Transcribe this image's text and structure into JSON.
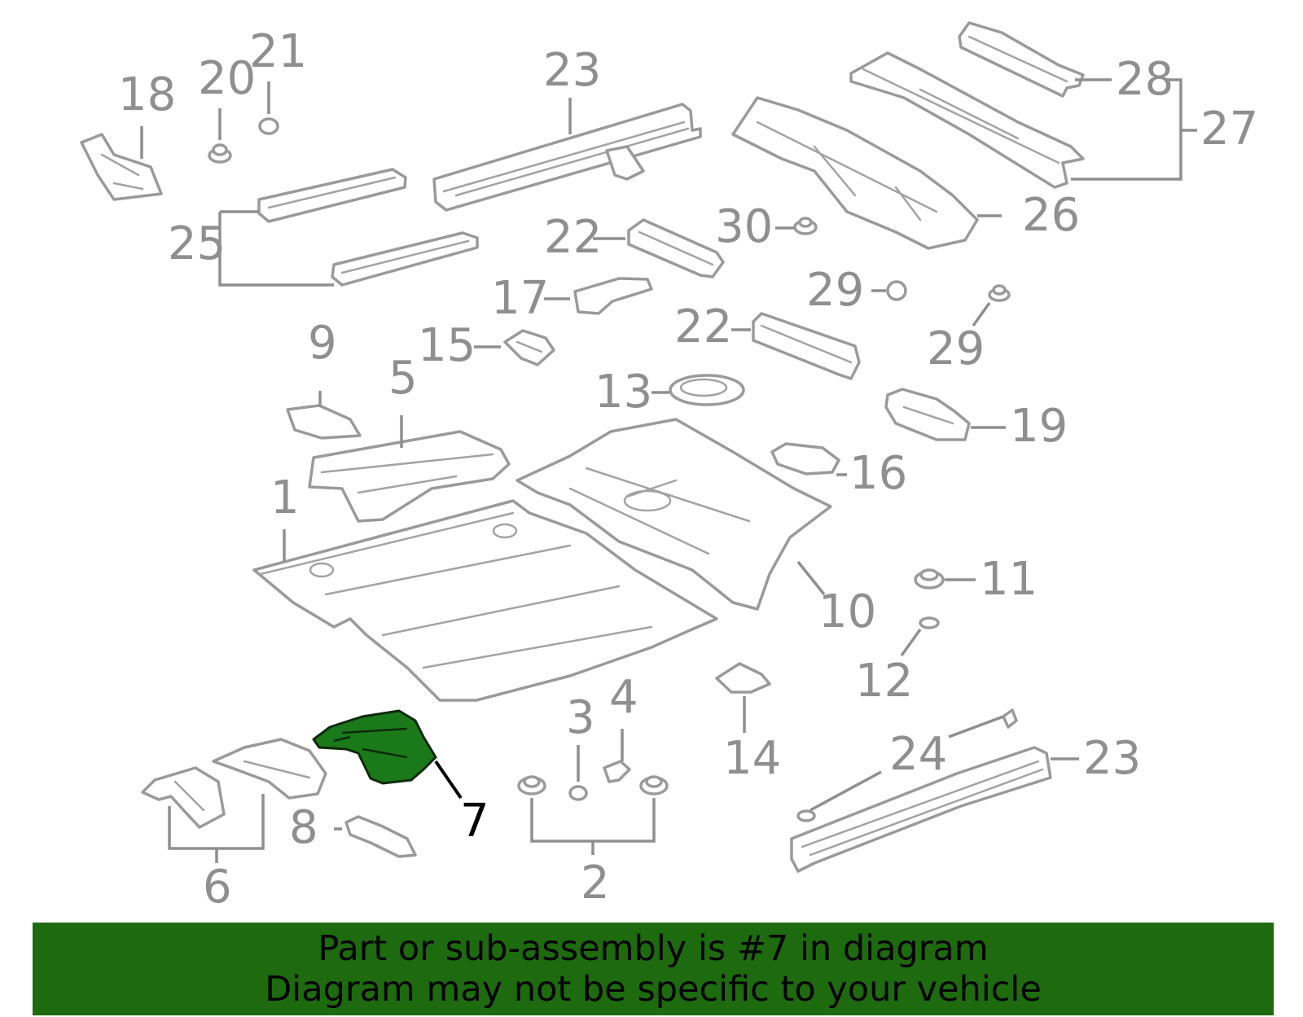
{
  "callouts": {
    "c1": "1",
    "c2": "2",
    "c3": "3",
    "c4": "4",
    "c5": "5",
    "c6": "6",
    "c7": "7",
    "c8": "8",
    "c9": "9",
    "c10": "10",
    "c11": "11",
    "c12": "12",
    "c13": "13",
    "c14": "14",
    "c15": "15",
    "c16": "16",
    "c17": "17",
    "c18": "18",
    "c19": "19",
    "c20": "20",
    "c21": "21",
    "c22a": "22",
    "c22b": "22",
    "c23a": "23",
    "c23b": "23",
    "c24": "24",
    "c25": "25",
    "c26": "26",
    "c27": "27",
    "c28": "28",
    "c29a": "29",
    "c29b": "29",
    "c30": "30"
  },
  "highlighted_part": "7",
  "colors": {
    "highlight_fill": "#1a7a1a",
    "banner_bg": "#1d6a0f",
    "callout_gray": "#8f8f8f",
    "line_gray": "#9a9a9a"
  },
  "banner": {
    "line1": "Part or sub-assembly is #7 in diagram",
    "line2": "Diagram may not be specific to your vehicle"
  }
}
